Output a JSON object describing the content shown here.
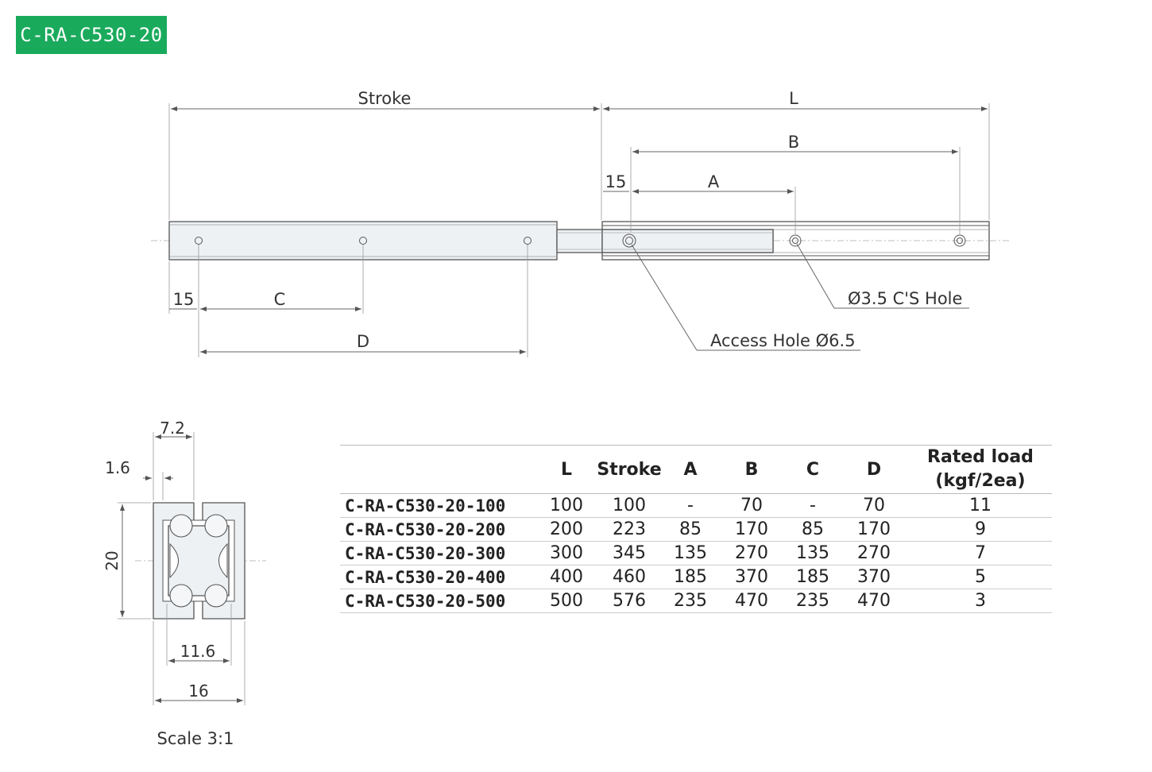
{
  "badge": {
    "label": "C-RA-C530-20",
    "color": "#1aaa5c"
  },
  "side_view": {
    "stroke": "Stroke",
    "L": "L",
    "B": "B",
    "A": "A",
    "C": "C",
    "D": "D",
    "offset_right": "15",
    "offset_left": "15",
    "cs_hole": "Ø3.5 C'S Hole",
    "access_hole": "Access Hole Ø6.5"
  },
  "cross_section": {
    "dim_width_top": "7.2",
    "dim_gap": "1.6",
    "dim_height": "20",
    "dim_inner": "11.6",
    "dim_width": "16",
    "scale": "Scale 3:1"
  },
  "table": {
    "headers": [
      "",
      "L",
      "Stroke",
      "A",
      "B",
      "C",
      "D",
      "Rated load\n(kgf/2ea)"
    ],
    "rows": [
      [
        "C-RA-C530-20-100",
        "100",
        "100",
        "-",
        "70",
        "-",
        "70",
        "11"
      ],
      [
        "C-RA-C530-20-200",
        "200",
        "223",
        "85",
        "170",
        "85",
        "170",
        "9"
      ],
      [
        "C-RA-C530-20-300",
        "300",
        "345",
        "135",
        "270",
        "135",
        "270",
        "7"
      ],
      [
        "C-RA-C530-20-400",
        "400",
        "460",
        "185",
        "370",
        "185",
        "370",
        "5"
      ],
      [
        "C-RA-C530-20-500",
        "500",
        "576",
        "235",
        "470",
        "235",
        "470",
        "3"
      ]
    ]
  }
}
